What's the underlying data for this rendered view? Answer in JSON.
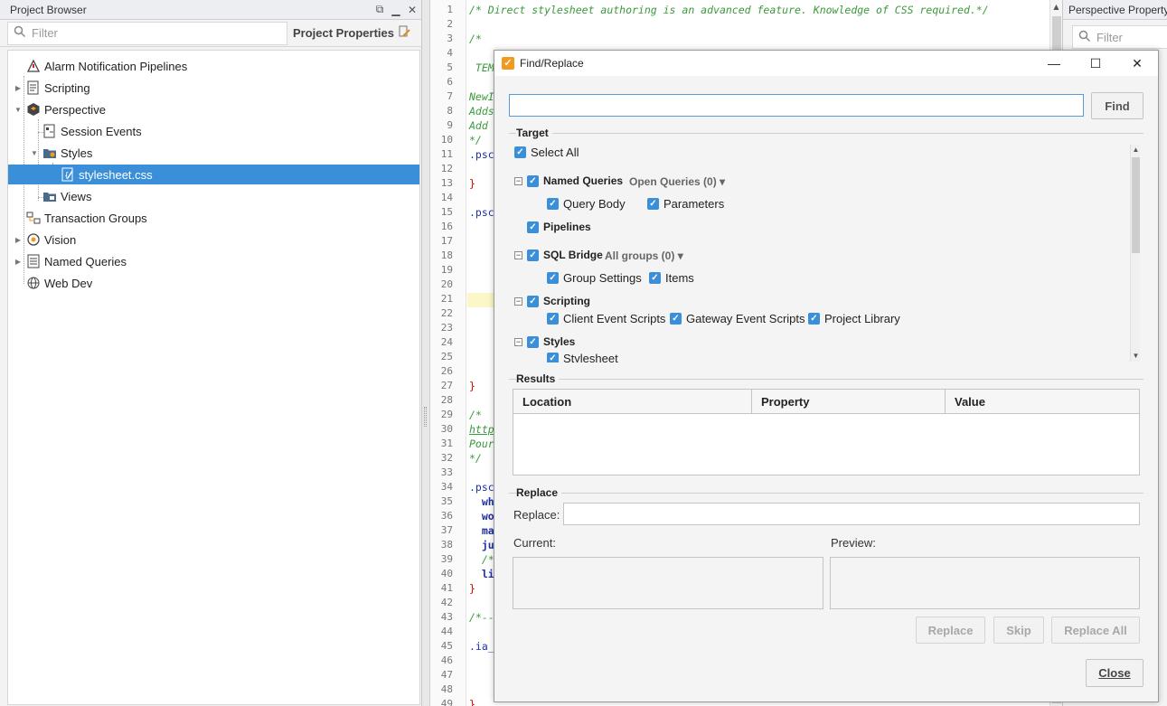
{
  "project_browser": {
    "title": "Project Browser",
    "filter_placeholder": "Filter",
    "project_properties_label": "Project Properties",
    "tree": [
      {
        "label": "Alarm Notification Pipelines",
        "icon": "alarm-pipeline-icon"
      },
      {
        "label": "Scripting",
        "icon": "script-icon"
      },
      {
        "label": "Perspective",
        "icon": "perspective-icon"
      },
      {
        "label": "Session Events",
        "icon": "session-events-icon"
      },
      {
        "label": "Styles",
        "icon": "folder-icon"
      },
      {
        "label": "stylesheet.css",
        "icon": "stylesheet-icon",
        "selected": true
      },
      {
        "label": "Views",
        "icon": "views-folder-icon"
      },
      {
        "label": "Transaction Groups",
        "icon": "transaction-groups-icon"
      },
      {
        "label": "Vision",
        "icon": "vision-icon"
      },
      {
        "label": "Named Queries",
        "icon": "named-queries-icon"
      },
      {
        "label": "Web Dev",
        "icon": "globe-icon"
      }
    ],
    "selection_color": "#3b8fd9"
  },
  "editor": {
    "line_numbers": [
      "1",
      "2",
      "3",
      "4",
      "5",
      "6",
      "7",
      "8",
      "9",
      "10",
      "11",
      "12",
      "13",
      "14",
      "15",
      "16",
      "17",
      "18",
      "19",
      "20",
      "21",
      "22",
      "23",
      "24",
      "25",
      "26",
      "27",
      "28",
      "29",
      "30",
      "31",
      "32",
      "33",
      "34",
      "35",
      "36",
      "37",
      "38",
      "39",
      "40",
      "41",
      "42",
      "43",
      "44",
      "45",
      "46",
      "47",
      "48",
      "49"
    ],
    "code": {
      "l1": "/* Direct stylesheet authoring is an advanced feature. Knowledge of CSS required.*/",
      "l3": "/*",
      "l5": " TEM",
      "l7": "NewI",
      "l8": "Adds",
      "l9": "Add ",
      "l10": "*/",
      "l11": ".psc",
      "l13": "}",
      "l15": ".psc",
      "l27": "}",
      "l29": "/*",
      "l30": "http",
      "l31": "Pour",
      "l32": "*/",
      "l34": ".psc",
      "l35": "  whi",
      "l36": "  wor",
      "l37": "  mar",
      "l38": "  jus",
      "l39": "  /*",
      "l40": "  lin",
      "l41": "}",
      "l43": "/*--",
      "l45": ".ia_",
      "l49": "}"
    }
  },
  "property_editor": {
    "title": "Perspective Property E",
    "filter_placeholder": "Filter"
  },
  "dialog": {
    "title": "Find/Replace",
    "find_value": "",
    "find_button": "Find",
    "target_label": "Target",
    "select_all": "Select All",
    "named_queries": "Named Queries",
    "open_queries": "Open Queries (0)",
    "query_body": "Query Body",
    "parameters": "Parameters",
    "pipelines": "Pipelines",
    "sql_bridge": "SQL Bridge",
    "all_groups": "All groups (0)",
    "group_settings": "Group Settings",
    "items": "Items",
    "scripting": "Scripting",
    "client_event_scripts": "Client Event Scripts",
    "gateway_event_scripts": "Gateway Event Scripts",
    "project_library": "Project Library",
    "styles": "Styles",
    "stylesheet": "Stylesheet",
    "results_label": "Results",
    "columns": [
      "Location",
      "Property",
      "Value"
    ],
    "replace_section": "Replace",
    "replace_label": "Replace:",
    "replace_value": "",
    "current_label": "Current:",
    "preview_label": "Preview:",
    "replace_button": "Replace",
    "skip_button": "Skip",
    "replace_all_button": "Replace All",
    "close_button": "Close",
    "accent_color": "#3b8fd9",
    "logo_color": "#f39a1e"
  }
}
